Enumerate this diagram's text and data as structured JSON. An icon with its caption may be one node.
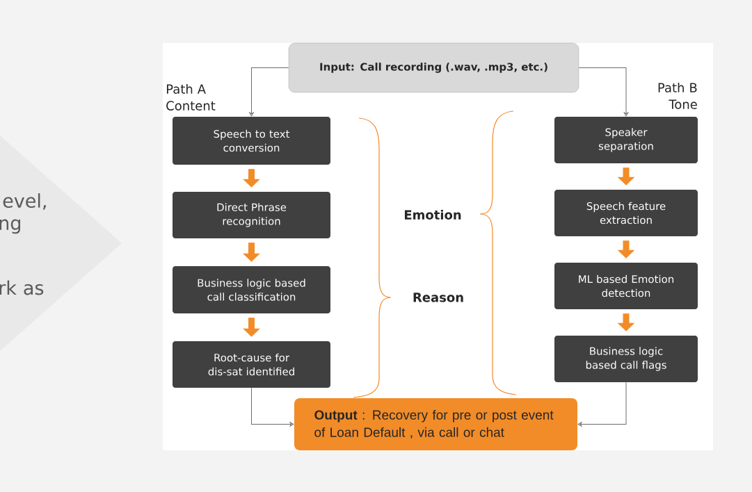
{
  "diagram": {
    "nodes": [
      {
        "text": [
          "Input: Call recording (.wav, .mp3, etc.)"
        ]
      },
      {
        "text": [
          "Speech to text conversion"
        ],
        "beside": [
          "Path A Content"
        ]
      },
      {
        "text": [
          "Direct Phrase recognition"
        ]
      },
      {
        "text": [
          "Business logic based call classification"
        ]
      },
      {
        "text": [
          "Root-cause for dis-sat identified"
        ]
      },
      {
        "text": [
          "Speaker separation"
        ],
        "beside": [
          "Path B Tone"
        ]
      },
      {
        "text": [
          "Speech feature extraction"
        ]
      },
      {
        "text": [
          "ML based Emotion detection"
        ]
      },
      {
        "text": [
          "Business logic based call flags"
        ]
      },
      {
        "text": [
          "**Output** : Recovery for pre or post event of Loan Default , via call or chat"
        ]
      }
    ],
    "edges": [
      {
        "from": 0,
        "to": 1,
        "arrow": "to",
        "color": "#6b6b6b"
      },
      {
        "from": 0,
        "to": 5,
        "arrow": "to",
        "color": "#6b6b6b"
      },
      {
        "from": 1,
        "to": 2,
        "arrow": "to"
      },
      {
        "from": 2,
        "to": 3,
        "arrow": "to"
      },
      {
        "from": 3,
        "to": 4,
        "arrow": "to"
      },
      {
        "from": 5,
        "to": 6,
        "arrow": "to"
      },
      {
        "from": 6,
        "to": 7,
        "arrow": "to"
      },
      {
        "from": 7,
        "to": 8,
        "arrow": "to"
      },
      {
        "from": 4,
        "to": 9,
        "arrow": "to",
        "color": "#6b6b6b"
      },
      {
        "from": 8,
        "to": 9,
        "arrow": "to",
        "color": "#6b6b6b"
      }
    ],
    "labels": [
      "evel,",
      "ng",
      "Emotion",
      "rk as",
      "Reason"
    ]
  }
}
